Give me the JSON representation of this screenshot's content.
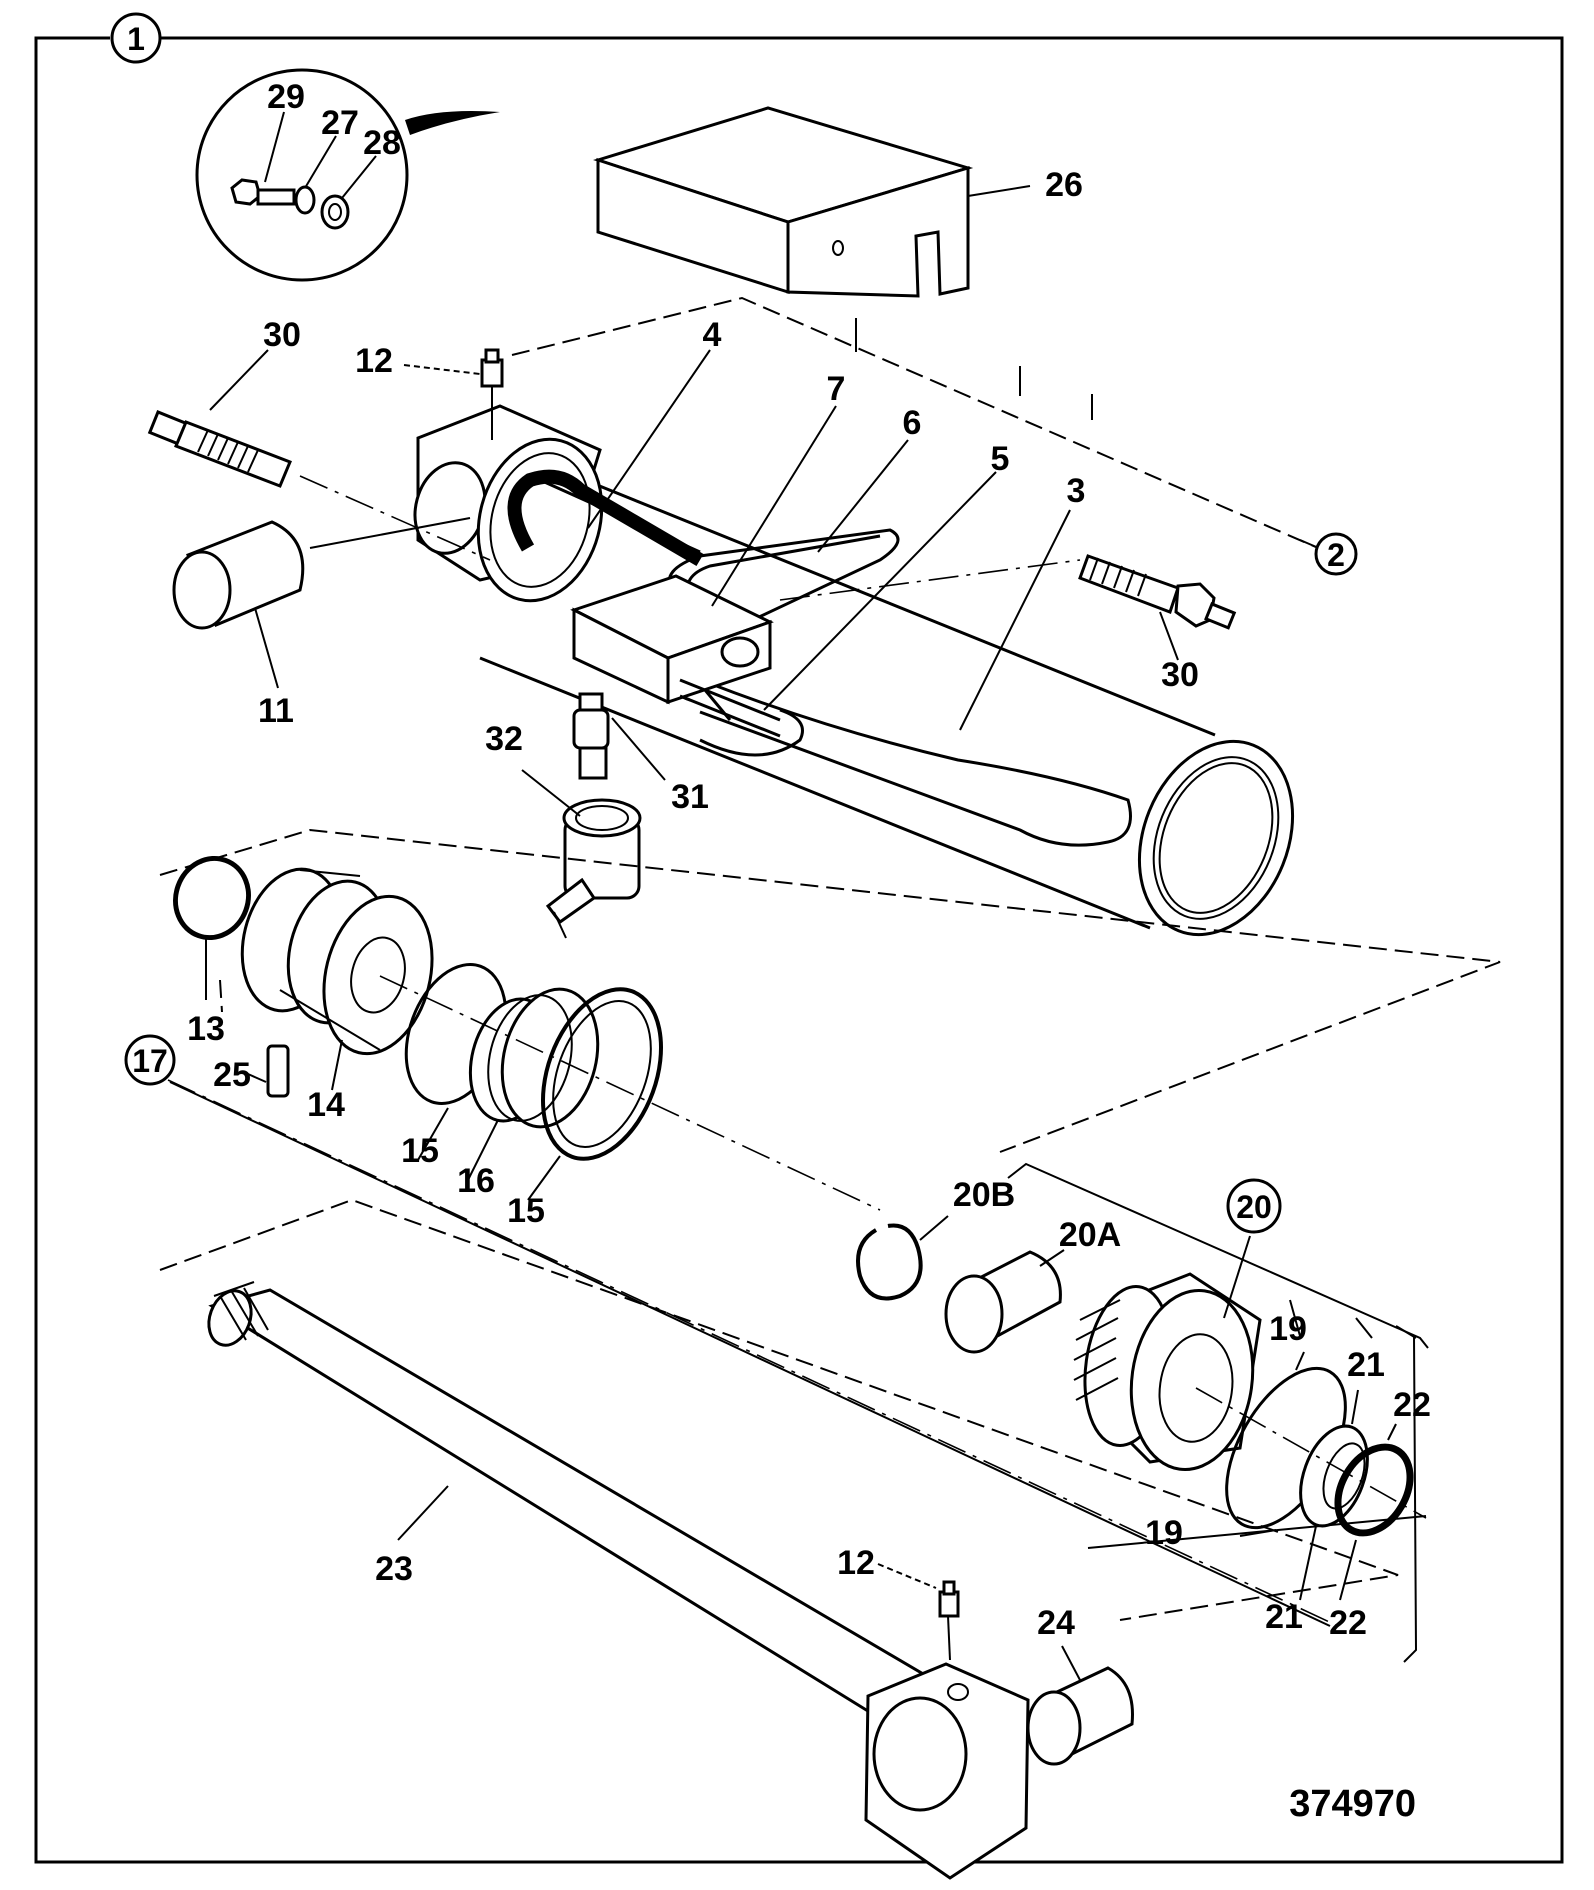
{
  "callouts": {
    "p1": "1",
    "p2": "2",
    "p3": "3",
    "p4": "4",
    "p5": "5",
    "p6": "6",
    "p7": "7",
    "p11": "11",
    "p12a": "12",
    "p12b": "12",
    "p13": "13",
    "p14": "14",
    "p15a": "15",
    "p15b": "15",
    "p16": "16",
    "p17": "17",
    "p19a": "19",
    "p19b": "19",
    "p20": "20",
    "p20a": "20A",
    "p20b": "20B",
    "p21a": "21",
    "p21b": "21",
    "p22a": "22",
    "p22b": "22",
    "p23": "23",
    "p24": "24",
    "p25": "25",
    "p26": "26",
    "p27": "27",
    "p28": "28",
    "p29": "29",
    "p30a": "30",
    "p30b": "30",
    "p31": "31",
    "p32": "32"
  },
  "drawing_number": "374970"
}
